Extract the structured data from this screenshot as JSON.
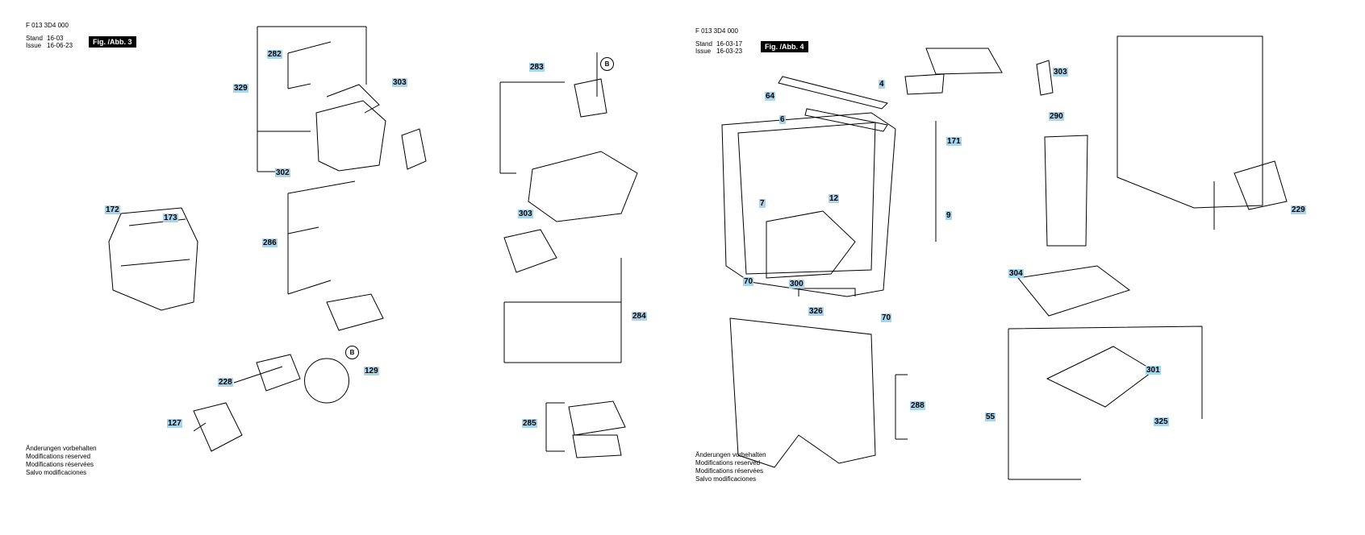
{
  "fig3": {
    "doc_number": "F 013 3D4 000",
    "stand_label": "Stand",
    "stand_value": "16-03",
    "issue_label": "Issue",
    "issue_value": "16-06-23",
    "fig_label": "Fig. /Abb. 3",
    "modifications": [
      "Änderungen vorbehalten",
      "Modifications reserved",
      "Modifications réservées",
      "Salvo modificaciones"
    ]
  },
  "fig4": {
    "doc_number": "F 013 3D4 000",
    "stand_label": "Stand",
    "stand_value": "16-03-17",
    "issue_label": "Issue",
    "issue_value": "16-03-23",
    "fig_label": "Fig. /Abb. 4",
    "modifications": [
      "Änderungen vorbehalten",
      "Modifications reserved",
      "Modifications réservées",
      "Salvo modificaciones"
    ]
  },
  "callouts": {
    "c282": "282",
    "c303a": "303",
    "c329": "329",
    "c302": "302",
    "c172": "172",
    "c173": "173",
    "c286": "286",
    "c129": "129",
    "c228": "228",
    "c127": "127",
    "c283": "283",
    "c303b": "303",
    "c284": "284",
    "c285": "285",
    "c4": "4",
    "c64": "64",
    "c6": "6",
    "c171": "171",
    "c12": "12",
    "c7": "7",
    "c9": "9",
    "c70a": "70",
    "c300": "300",
    "c326": "326",
    "c70b": "70",
    "c288": "288",
    "c303c": "303",
    "c290": "290",
    "c229": "229",
    "c304": "304",
    "c301": "301",
    "c55": "55",
    "c325": "325"
  },
  "refs": {
    "b1": "B",
    "b2": "B"
  }
}
